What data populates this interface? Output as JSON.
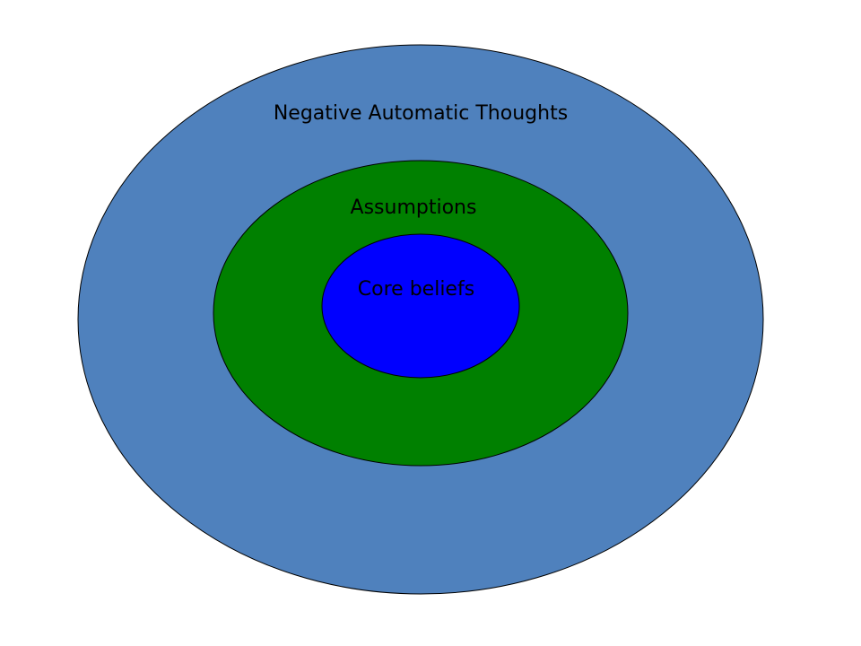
{
  "diagram": {
    "rings": [
      {
        "id": "outer",
        "label": "Negative Automatic Thoughts",
        "fill": "#4F81BD",
        "text_color": "#000000"
      },
      {
        "id": "middle",
        "label": "Assumptions",
        "fill": "#008000",
        "text_color": "#000000"
      },
      {
        "id": "inner",
        "label": "Core beliefs",
        "fill": "#0000FF",
        "text_color": "#000000"
      }
    ],
    "stroke_color": "#000000"
  }
}
